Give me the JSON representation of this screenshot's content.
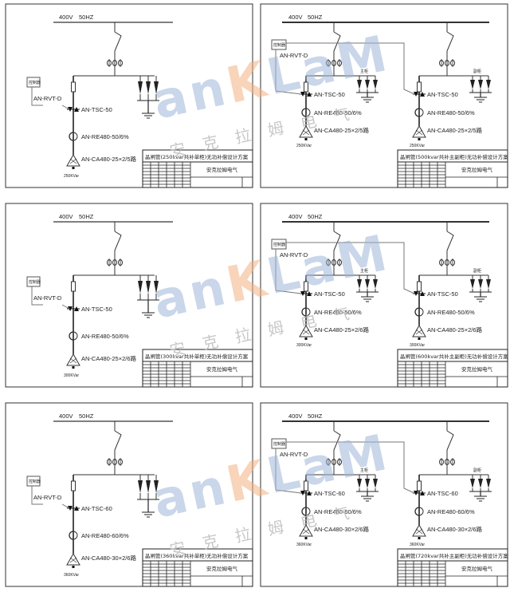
{
  "common": {
    "bus_voltage": "400V",
    "bus_freq": "50HZ",
    "controller": "控制器",
    "rvt": "AN-RVT-D",
    "main_cabinet": "主柜",
    "aux_cabinet": "副柜",
    "company": "安克拉姆电气"
  },
  "panels": [
    {
      "type": "single",
      "tsc": "AN-TSC-50",
      "reactor": "AN-RE480-50/6%",
      "capacitor": "AN-CA480-25×2/5路",
      "capacity": "250KVar",
      "title": "晶闸管(250kvar共补单柜)无功补偿设计方案"
    },
    {
      "type": "dual",
      "tsc": "AN-TSC-50",
      "reactor": "AN-RE480-50/6%",
      "capacitor": "AN-CA480-25×2/5路",
      "capacity": "250KVar",
      "title": "晶闸管(500kvar共补主副柜)无功补偿设计方案"
    },
    {
      "type": "single",
      "tsc": "AN-TSC-50",
      "reactor": "AN-RE480-50/6%",
      "capacitor": "AN-CA480-25×2/6路",
      "capacity": "300KVar",
      "title": "晶闸管(300kvar共补单柜)无功补偿设计方案"
    },
    {
      "type": "dual",
      "tsc": "AN-TSC-50",
      "reactor": "AN-RE480-50/6%",
      "capacitor": "AN-CA480-25×2/6路",
      "capacity": "300KVar",
      "title": "晶闸管(600kvar共补主副柜)无功补偿设计方案"
    },
    {
      "type": "single",
      "tsc": "AN-TSC-60",
      "reactor": "AN-RE480-60/6%",
      "capacitor": "AN-CA480-30×2/6路",
      "capacity": "360KVar",
      "title": "晶闸管(360kvar共补单柜)无功补偿设计方案"
    },
    {
      "type": "dual",
      "tsc": "AN-TSC-60",
      "reactor": "AN-RE480-60/6%",
      "capacitor": "AN-CA480-30×2/6路",
      "capacity": "360KVar",
      "title": "晶闸管(720kvar共补主副柜)无功补偿设计方案"
    }
  ],
  "watermark": {
    "logo_a": "an",
    "logo_k": "K",
    "logo_l": "LaM",
    "chars": "安克拉姆电气",
    "blue": "#9fb6d8",
    "orange": "#f4b183"
  }
}
